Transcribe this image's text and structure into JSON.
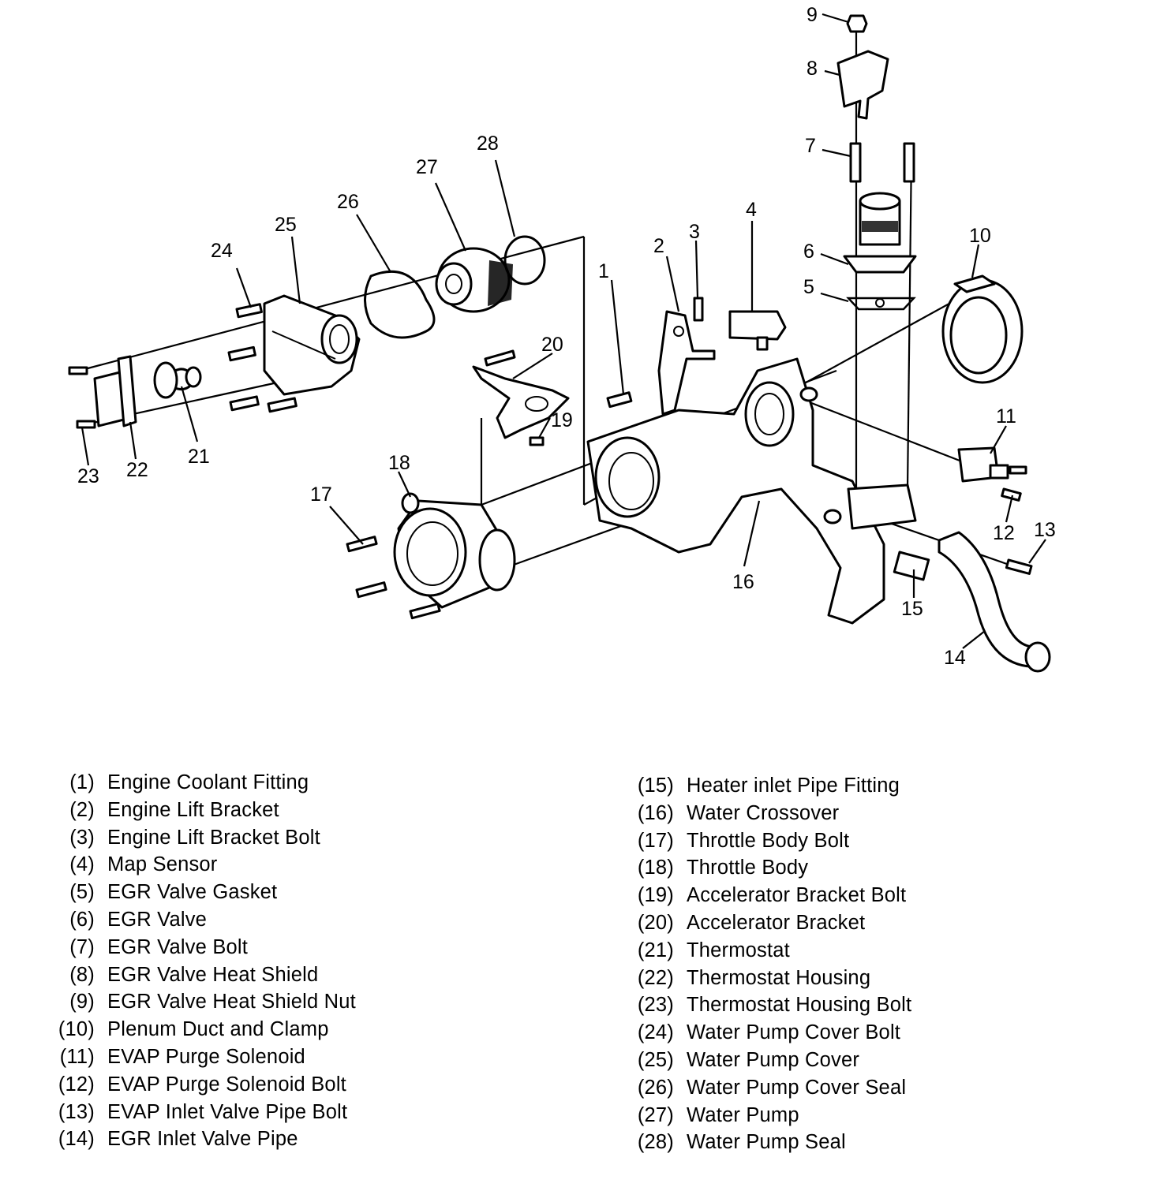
{
  "callouts": [
    "1",
    "2",
    "3",
    "4",
    "5",
    "6",
    "7",
    "8",
    "9",
    "10",
    "11",
    "12",
    "13",
    "14",
    "15",
    "16",
    "17",
    "18",
    "19",
    "20",
    "21",
    "22",
    "23",
    "24",
    "25",
    "26",
    "27",
    "28"
  ],
  "legend": {
    "left": [
      {
        "num": "(1)",
        "label": "Engine Coolant Fitting"
      },
      {
        "num": "(2)",
        "label": "Engine Lift Bracket"
      },
      {
        "num": "(3)",
        "label": "Engine Lift Bracket Bolt"
      },
      {
        "num": "(4)",
        "label": "Map Sensor"
      },
      {
        "num": "(5)",
        "label": "EGR Valve Gasket"
      },
      {
        "num": "(6)",
        "label": "EGR Valve"
      },
      {
        "num": "(7)",
        "label": "EGR Valve Bolt"
      },
      {
        "num": "(8)",
        "label": "EGR Valve Heat Shield"
      },
      {
        "num": "(9)",
        "label": "EGR Valve Heat Shield Nut"
      },
      {
        "num": "(10)",
        "label": "Plenum Duct and Clamp"
      },
      {
        "num": "(11)",
        "label": "EVAP Purge Solenoid"
      },
      {
        "num": "(12)",
        "label": "EVAP Purge Solenoid Bolt"
      },
      {
        "num": "(13)",
        "label": "EVAP Inlet Valve Pipe Bolt"
      },
      {
        "num": "(14)",
        "label": "EGR Inlet Valve Pipe"
      }
    ],
    "right": [
      {
        "num": "(15)",
        "label": "Heater inlet Pipe Fitting"
      },
      {
        "num": "(16)",
        "label": "Water Crossover"
      },
      {
        "num": "(17)",
        "label": "Throttle Body Bolt"
      },
      {
        "num": "(18)",
        "label": "Throttle Body"
      },
      {
        "num": "(19)",
        "label": "Accelerator Bracket Bolt"
      },
      {
        "num": "(20)",
        "label": "Accelerator Bracket"
      },
      {
        "num": "(21)",
        "label": "Thermostat"
      },
      {
        "num": "(22)",
        "label": "Thermostat Housing"
      },
      {
        "num": "(23)",
        "label": "Thermostat Housing Bolt"
      },
      {
        "num": "(24)",
        "label": "Water Pump Cover Bolt"
      },
      {
        "num": "(25)",
        "label": "Water Pump Cover"
      },
      {
        "num": "(26)",
        "label": "Water Pump Cover Seal"
      },
      {
        "num": "(27)",
        "label": "Water Pump"
      },
      {
        "num": "(28)",
        "label": "Water Pump Seal"
      }
    ]
  }
}
